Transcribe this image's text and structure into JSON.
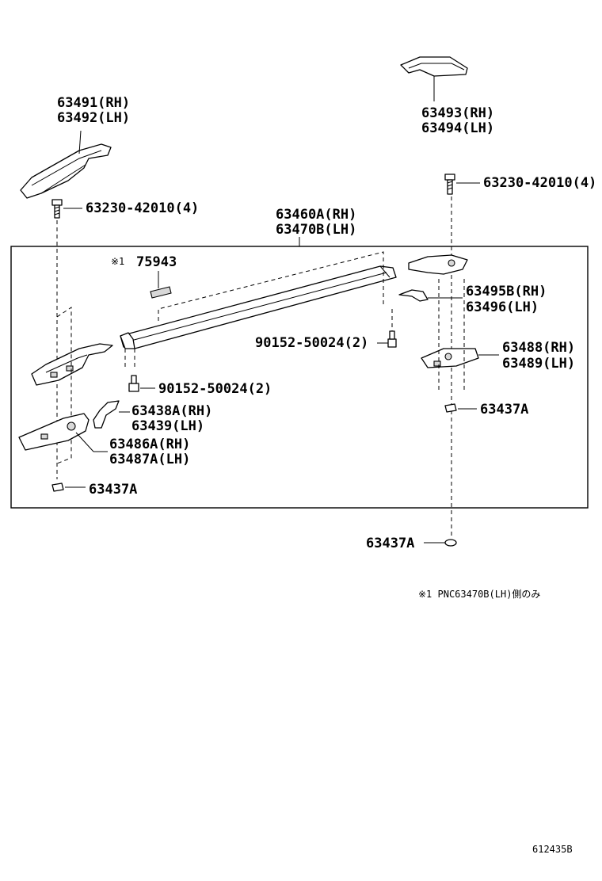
{
  "labels": {
    "p63491": "63491(RH)",
    "p63492": "63492(LH)",
    "p63493": "63493(RH)",
    "p63494": "63494(LH)",
    "bolt_left": "63230-42010(4)",
    "bolt_right": "63230-42010(4)",
    "p63460a": "63460A(RH)",
    "p63470b": "63470B(LH)",
    "note_mark": "※1",
    "p75943": "75943",
    "p63495b": "63495B(RH)",
    "p63496": "63496(LH)",
    "screw_mid": "90152-50024(2)",
    "screw_low": "90152-50024(2)",
    "p63488": "63488(RH)",
    "p63489": "63489(LH)",
    "p63438a": "63438A(RH)",
    "p63439": "63439(LH)",
    "p63437a_right": "63437A",
    "p63486a": "63486A(RH)",
    "p63487a": "63487A(LH)",
    "p63437a_left": "63437A",
    "p63437a_bottom": "63437A",
    "footnote": "※1  PNC63470B(LH)側のみ",
    "figure_id": "612435B"
  }
}
